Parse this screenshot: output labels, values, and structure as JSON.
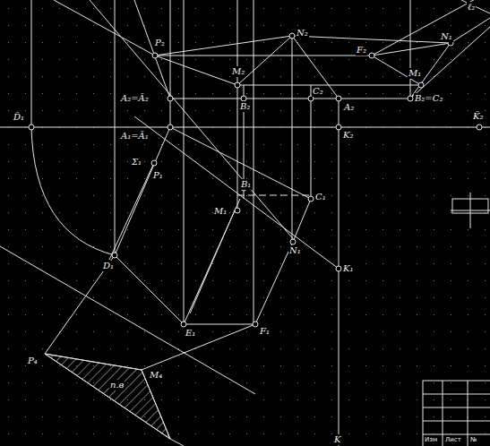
{
  "diagram": {
    "labels": [
      "P₂",
      "N₂",
      "F₂",
      "N₁",
      "M₂",
      "M₁",
      "A₂=Ā₂",
      "C₂",
      "B₂",
      "A₂",
      "B₂=C₂",
      "D̄₁",
      "K̄₂",
      "A₁=Ā₁",
      "K₂",
      "Σ₁",
      "P₁",
      "B₁",
      "C₁",
      "M₁",
      "N₁",
      "D₁",
      "K₁",
      "E₁",
      "F₁",
      "P₄",
      "M₄",
      "п.в",
      "K",
      "ℓ₂",
      "Изм",
      "Лист",
      "№"
    ]
  }
}
